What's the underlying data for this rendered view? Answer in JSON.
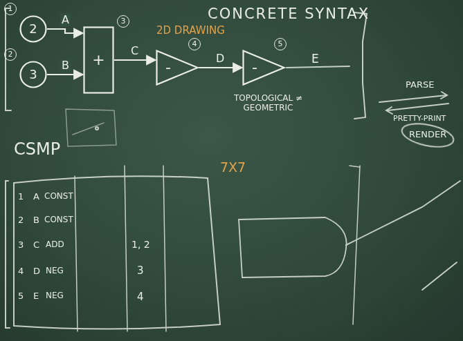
{
  "diagram": {
    "title": "CONCRETE SYNTAX",
    "nodes": [
      {
        "text": [
          "2"
        ]
      },
      {
        "text": [
          "3"
        ]
      },
      {
        "text": [
          "+"
        ]
      },
      {
        "text": [
          "-"
        ]
      },
      {
        "text": [
          "-"
        ]
      }
    ],
    "edges": [
      {
        "from": 0,
        "to": 2,
        "label": "A",
        "arrow": "to"
      },
      {
        "from": 1,
        "to": 2,
        "label": "B",
        "arrow": "to"
      },
      {
        "from": 2,
        "to": 3,
        "label": "C",
        "arrow": "to"
      },
      {
        "from": 3,
        "to": 4,
        "label": "D",
        "arrow": "to"
      }
    ],
    "labels": [
      "2D DRAWING",
      "1",
      "2",
      "3",
      "4",
      "5",
      "E",
      "TOPOLOGICAL ≠ GEOMETRIC",
      "PARSE",
      "PRETTY-PRINT",
      "RENDER",
      "CSMP",
      "7X7",
      "1",
      "A",
      "CONST",
      "2",
      "B",
      "CONST",
      "3",
      "C",
      "ADD",
      "1, 2",
      "4",
      "D",
      "NEG",
      "3",
      "5",
      "E",
      "NEG",
      "4"
    ]
  }
}
